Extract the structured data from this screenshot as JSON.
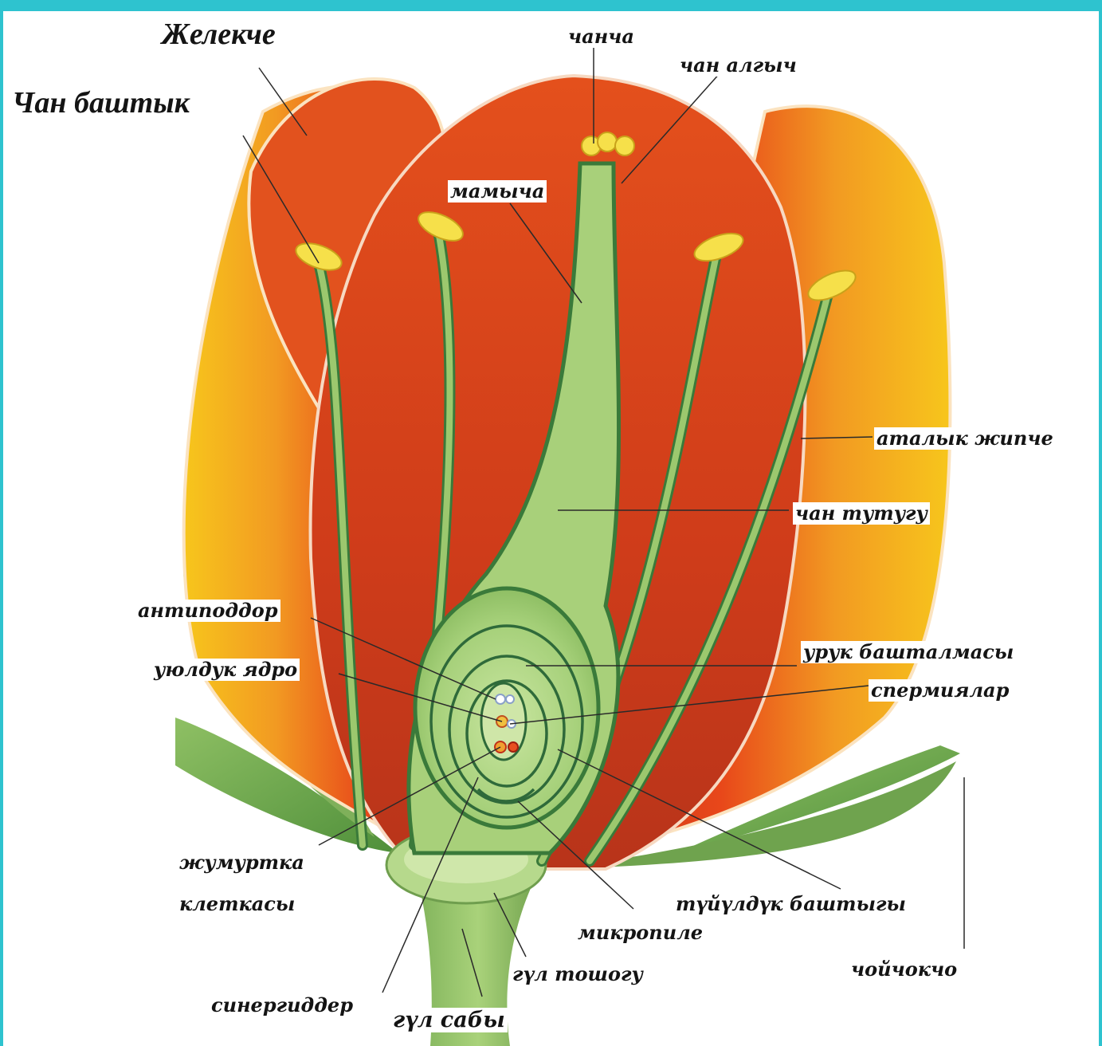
{
  "colors": {
    "frame": "#2ec3cf",
    "petal_outer": "#e8471a",
    "petal_inner": "#c8381a",
    "petal_yellow": "#f7c61c",
    "stem_green": "#9cc86e",
    "stem_dark": "#3a7a3a",
    "anther": "#f6e04a"
  },
  "labels": {
    "zhelekche": "Желекче",
    "chan_bashtyk": "Чан баштык",
    "chancha": "чанча",
    "chan_algych": "чан алгыч",
    "mamycha": "мамыча",
    "atalyk_zhipche": "аталык жипче",
    "chan_tutugu": "чан тутугу",
    "antipoddor": "антиподдор",
    "uruk_bashtalmasy": "урук башталмасы",
    "uyulduk_yadro": "уюлдук ядро",
    "spermiyalar": "спермиялар",
    "zhumurtka": "жумуртка",
    "kletkasy": "клеткасы",
    "tuyulduk_bashtygy": "түйүлдүк баштыгы",
    "mikropile": "микропиле",
    "choychokcho": "чойчокчо",
    "gul_toshogu": "гүл тошогу",
    "sinergidder": "синергиддер",
    "gul_saby": "гүл сабы"
  }
}
